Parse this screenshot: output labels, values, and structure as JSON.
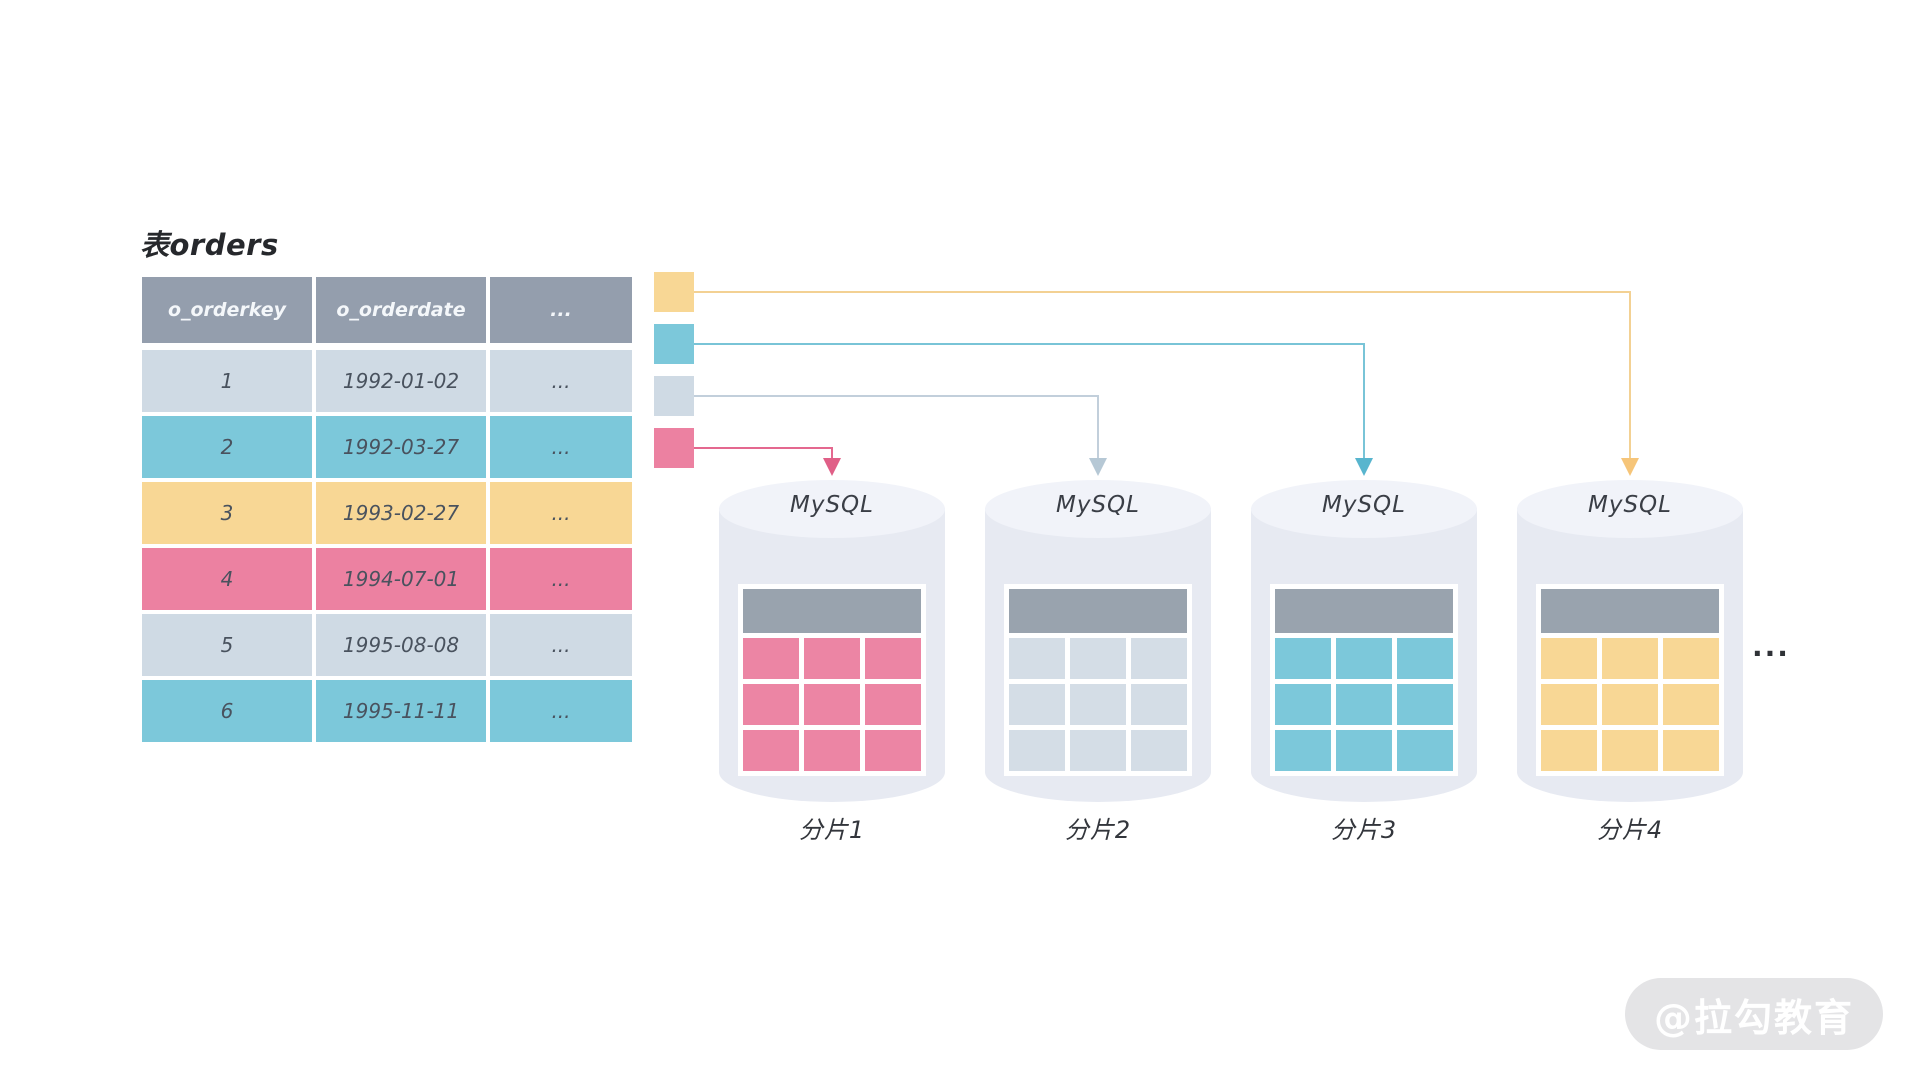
{
  "title": "表orders",
  "table": {
    "headers": [
      "o_orderkey",
      "o_orderdate",
      "..."
    ],
    "rows": [
      {
        "o_orderkey": "1",
        "o_orderdate": "1992-01-02",
        "more": "...",
        "shard_color": "light"
      },
      {
        "o_orderkey": "2",
        "o_orderdate": "1992-03-27",
        "more": "...",
        "shard_color": "teal"
      },
      {
        "o_orderkey": "3",
        "o_orderdate": "1993-02-27",
        "more": "...",
        "shard_color": "yellow"
      },
      {
        "o_orderkey": "4",
        "o_orderdate": "1994-07-01",
        "more": "...",
        "shard_color": "pink"
      },
      {
        "o_orderkey": "5",
        "o_orderdate": "1995-08-08",
        "more": "...",
        "shard_color": "light"
      },
      {
        "o_orderkey": "6",
        "o_orderdate": "1995-11-11",
        "more": "...",
        "shard_color": "teal"
      }
    ]
  },
  "mapping": [
    {
      "swatch_color": "yellow",
      "target": "分片4",
      "target_index": 3
    },
    {
      "swatch_color": "teal",
      "target": "分片3",
      "target_index": 2
    },
    {
      "swatch_color": "light",
      "target": "分片2",
      "target_index": 1
    },
    {
      "swatch_color": "pink",
      "target": "分片1",
      "target_index": 0
    }
  ],
  "shards": [
    {
      "db_label": "MySQL",
      "name": "分片1",
      "cell_color": "pink"
    },
    {
      "db_label": "MySQL",
      "name": "分片2",
      "cell_color": "light"
    },
    {
      "db_label": "MySQL",
      "name": "分片3",
      "cell_color": "teal"
    },
    {
      "db_label": "MySQL",
      "name": "分片4",
      "cell_color": "yellow"
    }
  ],
  "more_shards_ellipsis": "...",
  "watermark": "@拉勾教育",
  "colors": {
    "header_bg": "#949ead",
    "row_light": "#cfdae4",
    "row_teal": "#7cc8da",
    "row_yellow": "#f8d795",
    "row_pink": "#ec81a1",
    "cyl_cell_light": "#d4dde6",
    "cyl_cell_teal": "#7cc8da",
    "cyl_cell_yellow": "#f8d795",
    "cyl_cell_pink": "#ec85a4",
    "arrow_yellow": "#f3d193",
    "arrow_teal": "#79c4d7",
    "arrow_light": "#c2cfdb",
    "arrow_pink": "#e4688f",
    "arrowhead_yellow": "#f6c579",
    "arrowhead_teal": "#58b5ce",
    "arrowhead_light": "#b6c8d5",
    "arrowhead_pink": "#e05f87",
    "cylinder_body": "#e7eaf2",
    "cylinder_top": "#f1f3f9",
    "mini_header_bg": "#99a3ae",
    "watermark_bg": "#e4e4e6",
    "watermark_text": "#ffffff"
  }
}
